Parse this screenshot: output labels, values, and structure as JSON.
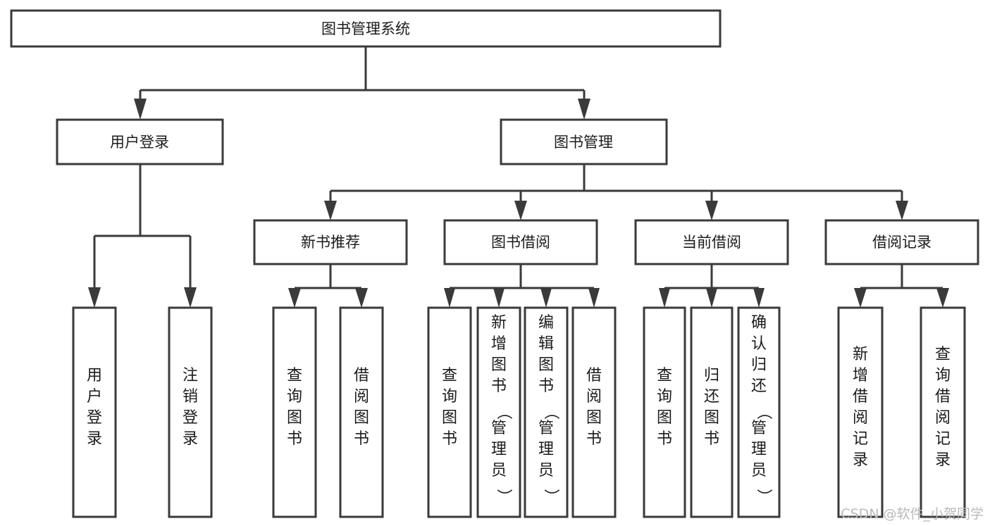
{
  "diagram": {
    "type": "tree-hierarchy-chart",
    "title": "图书管理系统",
    "orientation": "top-down",
    "colors": {
      "background": "#ffffff",
      "box_fill": "#ffffff",
      "box_stroke": "#3a3a3a",
      "text": "#1b1b1b",
      "watermark": "#b9b9b9"
    },
    "levels": {
      "level1": [
        {
          "id": "root",
          "label": "图书管理系统"
        }
      ],
      "level2": [
        {
          "id": "user-login",
          "label": "用户登录",
          "parent": "root"
        },
        {
          "id": "book-manage",
          "label": "图书管理",
          "parent": "root"
        }
      ],
      "level3": [
        {
          "id": "new-book-recommend",
          "label": "新书推荐",
          "parent": "book-manage"
        },
        {
          "id": "book-borrow",
          "label": "图书借阅",
          "parent": "book-manage"
        },
        {
          "id": "current-borrow",
          "label": "当前借阅",
          "parent": "book-manage"
        },
        {
          "id": "borrow-record",
          "label": "借阅记录",
          "parent": "book-manage"
        }
      ],
      "leaves": [
        {
          "id": "leaf-user-login",
          "label": "用户登录",
          "parent": "user-login"
        },
        {
          "id": "leaf-logout-login",
          "label": "注销登录",
          "parent": "user-login"
        },
        {
          "id": "leaf-query-book-1",
          "label": "查询图书",
          "parent": "new-book-recommend"
        },
        {
          "id": "leaf-borrow-book-1",
          "label": "借阅图书",
          "parent": "new-book-recommend"
        },
        {
          "id": "leaf-query-book-2",
          "label": "查询图书",
          "parent": "book-borrow"
        },
        {
          "id": "leaf-add-book",
          "label": "新增图书（管理员）",
          "parent": "book-borrow"
        },
        {
          "id": "leaf-edit-book",
          "label": "编辑图书（管理员）",
          "parent": "book-borrow"
        },
        {
          "id": "leaf-borrow-book-2",
          "label": "借阅图书",
          "parent": "book-borrow"
        },
        {
          "id": "leaf-query-book-3",
          "label": "查询图书",
          "parent": "current-borrow"
        },
        {
          "id": "leaf-return-book",
          "label": "归还图书",
          "parent": "current-borrow"
        },
        {
          "id": "leaf-confirm-return",
          "label": "确认归还（管理员）",
          "parent": "current-borrow"
        },
        {
          "id": "leaf-add-record",
          "label": "新增借阅记录",
          "parent": "borrow-record"
        },
        {
          "id": "leaf-query-record",
          "label": "查询借阅记录",
          "parent": "borrow-record"
        }
      ]
    }
  },
  "watermark": {
    "label": "CSDN @软件_小贺同学"
  }
}
